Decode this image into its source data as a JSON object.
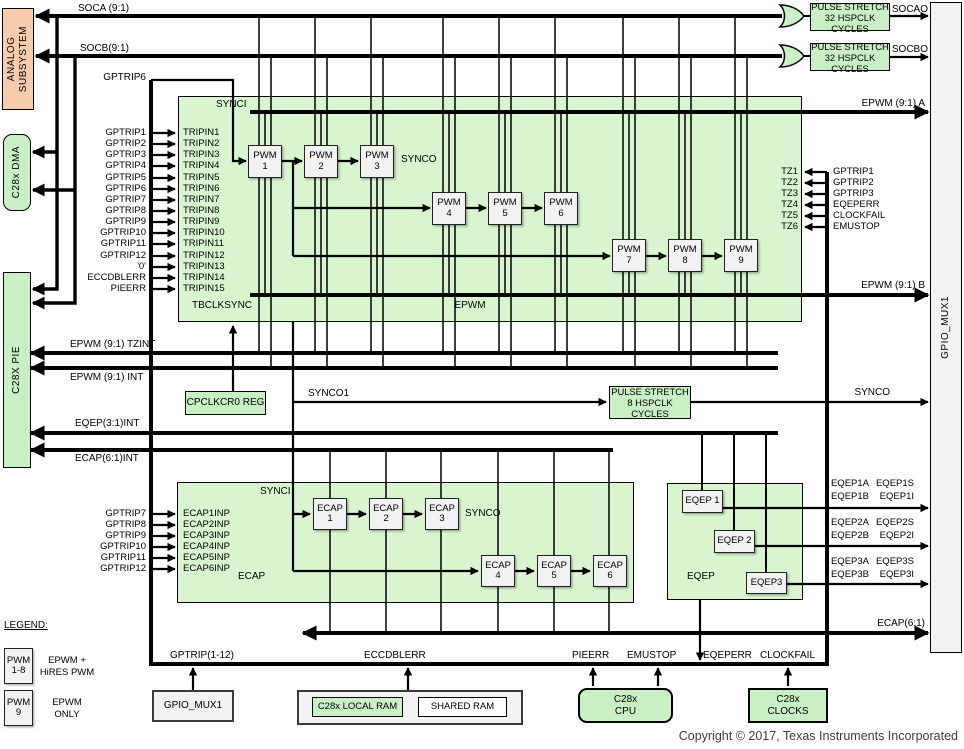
{
  "colors": {
    "big_block_green": "#d8f5d0",
    "small_box_green": "#c9efc4",
    "analog_orange": "#f8cbad",
    "gray_box": "#f2f2f2",
    "line": "#000000"
  },
  "analog": {
    "label": "ANALOG\nSUBSYSTEM"
  },
  "dma": {
    "label": "C28x DMA"
  },
  "pie": {
    "label": "C28X PIE"
  },
  "gpio_bar": {
    "label": "GPIO_MUX1"
  },
  "top": {
    "soca": "SOCA (9:1)",
    "socb": "SOCB(9:1)",
    "socao": "SOCAO",
    "socbo": "SOCBO",
    "pulse32_a": "PULSE  STRETCH\n32 HSPCLK CYCLES",
    "pulse32_b": "PULSE  STRETCH\n32 HSPCLK CYCLES"
  },
  "epwm": {
    "label": "EPWM",
    "synci": "SYNCI",
    "synco": "SYNCO",
    "tbclksync": "TBCLKSYNC",
    "gptrip6": "GPTRIP6",
    "bus_a": "EPWM (9:1) A",
    "bus_b": "EPWM (9:1) B",
    "pwm_prefix": "PWM",
    "pwm_units": [
      "1",
      "2",
      "3",
      "4",
      "5",
      "6",
      "7",
      "8",
      "9"
    ],
    "trip_sources": [
      "GPTRIP1",
      "GPTRIP2",
      "GPTRIP3",
      "GPTRIP4",
      "GPTRIP5",
      "GPTRIP6",
      "GPTRIP7",
      "GPTRIP8",
      "GPTRIP9",
      "GPTRIP10",
      "GPTRIP11",
      "GPTRIP12",
      "'0'",
      "ECCDBLERR",
      "PIEERR"
    ],
    "trip_pins": [
      "TRIPIN1",
      "TRIPIN2",
      "TRIPIN3",
      "TRIPIN4",
      "TRIPIN5",
      "TRIPIN6",
      "TRIPIN7",
      "TRIPIN8",
      "TRIPIN9",
      "TRIPIN10",
      "TRIPIN11",
      "TRIPIN12",
      "TRIPIN13",
      "TRIPIN14",
      "TRIPIN15"
    ],
    "tz_pins": [
      "TZ1",
      "TZ2",
      "TZ3",
      "TZ4",
      "TZ5",
      "TZ6"
    ],
    "tz_sources": [
      "GPTRIP1",
      "GPTRIP2",
      "GPTRIP3",
      "EQEPERR",
      "CLOCKFAIL",
      "EMUSTOP"
    ]
  },
  "pie_buses": {
    "tzint": "EPWM (9:1) TZINT",
    "int": "EPWM (9:1) INT",
    "eqep_int": "EQEP(3:1)INT",
    "ecap_int": "ECAP(6:1)INT"
  },
  "sync": {
    "cpclkcr0": "CPCLKCR0  REG",
    "synco1": "SYNCO1",
    "pulse8": "PULSE  STRETCH\n8 HSPCLK CYCLES",
    "synco": "SYNCO"
  },
  "ecap": {
    "label": "ECAP",
    "synci": "SYNCI",
    "synco": "SYNCO",
    "bus": "ECAP(6:1)",
    "prefix": "ECAP",
    "units": [
      "1",
      "2",
      "3",
      "4",
      "5",
      "6"
    ],
    "sources": [
      "GPTRIP7",
      "GPTRIP8",
      "GPTRIP9",
      "GPTRIP10",
      "GPTRIP11",
      "GPTRIP12"
    ],
    "pins": [
      "ECAP1INP",
      "ECAP2INP",
      "ECAP3INP",
      "ECAP4INP",
      "ECAP5INP",
      "ECAP6INP"
    ]
  },
  "eqep": {
    "label": "EQEP",
    "units": [
      "EQEP 1",
      "EQEP 2",
      "EQEP3"
    ],
    "outputs": [
      {
        "a": "EQEP1A",
        "s": "EQEP1S",
        "b": "EQEP1B",
        "i": "EQEP1I"
      },
      {
        "a": "EQEP2A",
        "s": "EQEP2S",
        "b": "EQEP2B",
        "i": "EQEP2I"
      },
      {
        "a": "EQEP3A",
        "s": "EQEP3S",
        "b": "EQEP3B",
        "i": "EQEP3I"
      }
    ]
  },
  "bottom": {
    "gptrip_bus": "GPTRIP(1-12)",
    "eccdblerr": "ECCDBLERR",
    "pieerr": "PIEERR",
    "emustop": "EMUSTOP",
    "eqeperr": "EQEPERR",
    "clockfail": "CLOCKFAIL",
    "gpio_mux1": "GPIO_MUX1",
    "local_ram": "C28x LOCAL  RAM",
    "shared_ram": "SHARED RAM",
    "cpu": "C28x\nCPU",
    "clocks": "C28x\nCLOCKS"
  },
  "legend": {
    "title": "LEGEND:",
    "pwm18": "PWM\n1-8",
    "pwm18_desc": "EPWM +\nHiRES PWM",
    "pwm9": "PWM\n9",
    "pwm9_desc": "EPWM\nONLY"
  },
  "copyright": "Copyright © 2017, Texas Instruments Incorporated"
}
